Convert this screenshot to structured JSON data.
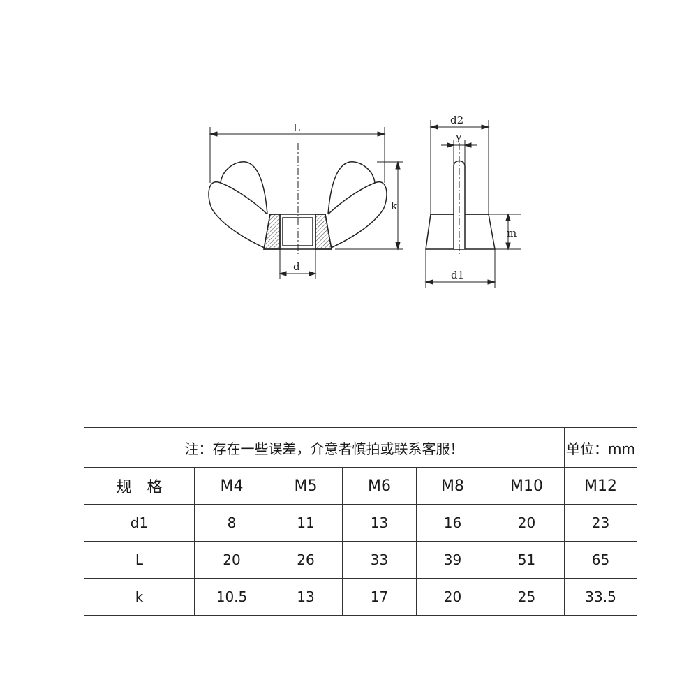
{
  "diagram": {
    "labels": {
      "L": "L",
      "k": "k",
      "d": "d",
      "d2": "d2",
      "y": "y",
      "m": "m",
      "d1": "d1"
    }
  },
  "table": {
    "note": "注：存在一些误差，介意者慎拍或联系客服！",
    "unit": "单位：mm",
    "spec_label": "规　格",
    "sizes": [
      "M4",
      "M5",
      "M6",
      "M8",
      "M10",
      "M12"
    ],
    "rows": [
      {
        "label": "d1",
        "values": [
          "8",
          "11",
          "13",
          "16",
          "20",
          "23"
        ]
      },
      {
        "label": "L",
        "values": [
          "20",
          "26",
          "33",
          "39",
          "51",
          "65"
        ]
      },
      {
        "label": "k",
        "values": [
          "10.5",
          "13",
          "17",
          "20",
          "25",
          "33.5"
        ]
      }
    ]
  }
}
